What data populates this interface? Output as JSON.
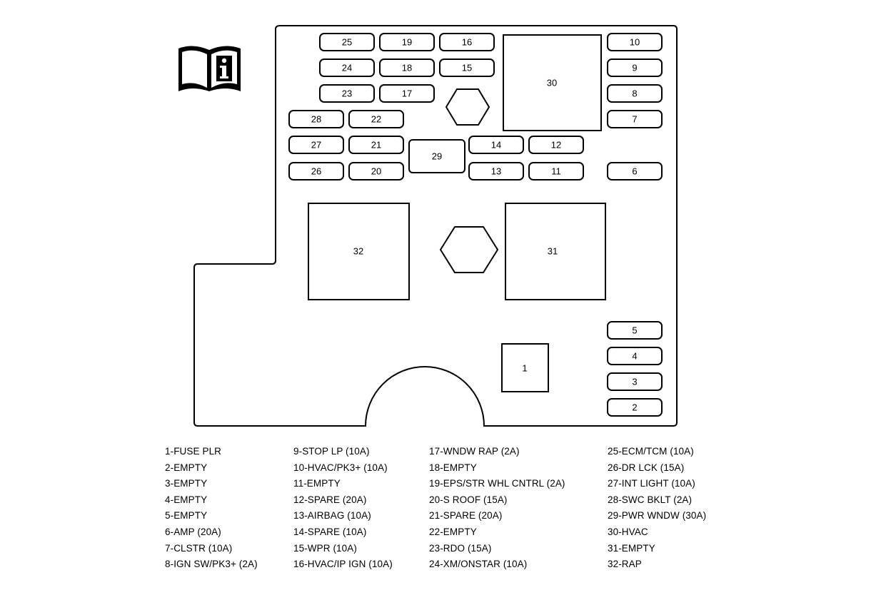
{
  "fuses": {
    "f1": "1",
    "f2": "2",
    "f3": "3",
    "f4": "4",
    "f5": "5",
    "f6": "6",
    "f7": "7",
    "f8": "8",
    "f9": "9",
    "f10": "10",
    "f11": "11",
    "f12": "12",
    "f13": "13",
    "f14": "14",
    "f15": "15",
    "f16": "16",
    "f17": "17",
    "f18": "18",
    "f19": "19",
    "f20": "20",
    "f21": "21",
    "f22": "22",
    "f23": "23",
    "f24": "24",
    "f25": "25",
    "f26": "26",
    "f27": "27",
    "f28": "28",
    "f29": "29",
    "f30": "30",
    "f31": "31",
    "f32": "32"
  },
  "legend": [
    [
      "1-FUSE PLR",
      "2-EMPTY",
      "3-EMPTY",
      "4-EMPTY",
      "5-EMPTY",
      "6-AMP (20A)",
      "7-CLSTR (10A)",
      "8-IGN SW/PK3+ (2A)"
    ],
    [
      "9-STOP LP (10A)",
      "10-HVAC/PK3+ (10A)",
      "11-EMPTY",
      "12-SPARE (20A)",
      "13-AIRBAG (10A)",
      "14-SPARE (10A)",
      "15-WPR (10A)",
      "16-HVAC/IP IGN (10A)"
    ],
    [
      "17-WNDW RAP (2A)",
      "18-EMPTY",
      "19-EPS/STR WHL CNTRL (2A)",
      "20-S ROOF (15A)",
      "21-SPARE (20A)",
      "22-EMPTY",
      "23-RDO (15A)",
      "24-XM/ONSTAR (10A)"
    ],
    [
      "25-ECM/TCM (10A)",
      "26-DR LCK (15A)",
      "27-INT LIGHT (10A)",
      "28-SWC BKLT (2A)",
      "29-PWR WNDW (30A)",
      "30-HVAC",
      "31-EMPTY",
      "32-RAP"
    ]
  ],
  "info_icon": "owners-manual-info-icon"
}
